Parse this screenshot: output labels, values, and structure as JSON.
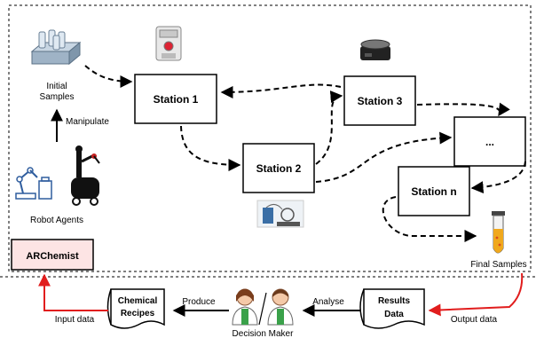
{
  "colors": {
    "accent_red": "#e11d1d",
    "archemist_fill": "#fde4e4",
    "stroke": "#000000"
  },
  "initial_samples": {
    "line1": "Initial",
    "line2": "Samples",
    "icon": "sample-rack-icon"
  },
  "manipulate_label": "Manipulate",
  "robot_agents": {
    "label": "Robot Agents",
    "icons": [
      "robot-arm-icon",
      "mobile-robot-icon"
    ]
  },
  "stations": {
    "s1": {
      "label": "Station 1",
      "icon": "robot-station-icon"
    },
    "s2": {
      "label": "Station 2",
      "icon": "lab-instrument-icon"
    },
    "s3": {
      "label": "Station 3",
      "icon": "hotplate-icon"
    },
    "s4": {
      "label": "..."
    },
    "s5": {
      "label": "Station n"
    }
  },
  "final_samples": {
    "label": "Final Samples",
    "icon": "test-tube-icon"
  },
  "archemist": "ARChemist",
  "bottom": {
    "input_data": "Input data",
    "chemical_recipes": {
      "line1": "Chemical",
      "line2": "Recipes"
    },
    "produce": "Produce",
    "decision_maker": "Decision Maker",
    "analyse": "Analyse",
    "results_data": {
      "line1": "Results",
      "line2": "Data"
    },
    "output_data": "Output data"
  }
}
